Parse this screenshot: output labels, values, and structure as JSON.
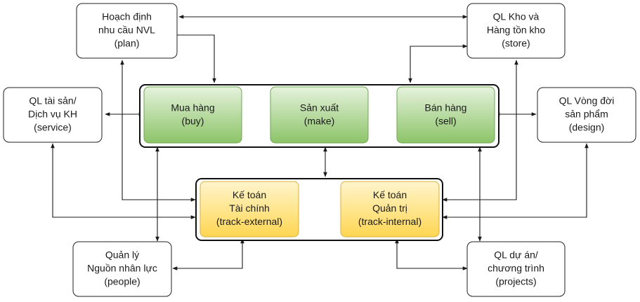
{
  "nodes": {
    "plan": {
      "lines": [
        "Hoạch định",
        "nhu cầu NVL",
        "(plan)"
      ]
    },
    "store": {
      "lines": [
        "QL Kho và",
        "Hàng tồn kho",
        "(store)"
      ]
    },
    "service": {
      "lines": [
        "QL tài sản/",
        "Dịch vụ KH",
        "(service)"
      ]
    },
    "design": {
      "lines": [
        "QL Vòng đời",
        "sản phẩm",
        "(design)"
      ]
    },
    "buy": {
      "lines": [
        "Mua hàng",
        "(buy)"
      ]
    },
    "make": {
      "lines": [
        "Sản xuất",
        "(make)"
      ]
    },
    "sell": {
      "lines": [
        "Bán hàng",
        "(sell)"
      ]
    },
    "fin": {
      "lines": [
        "Kế toán",
        "Tài chính",
        "(track-external)"
      ]
    },
    "mgmt": {
      "lines": [
        "Kế toán",
        "Quản trị",
        "(track-internal)"
      ]
    },
    "people": {
      "lines": [
        "Quản lý",
        "Nguồn nhân lực",
        "(people)"
      ]
    },
    "projects": {
      "lines": [
        "QL dự án/",
        "chương trình",
        "(projects)"
      ]
    }
  },
  "colors": {
    "green_top": "#e3f1d9",
    "green_bottom": "#8fc56b",
    "green_border": "#6ea84f",
    "yellow_top": "#fff3c4",
    "yellow_bottom": "#ffd85a",
    "yellow_border": "#d8b13c",
    "line": "#1a1a1a"
  }
}
